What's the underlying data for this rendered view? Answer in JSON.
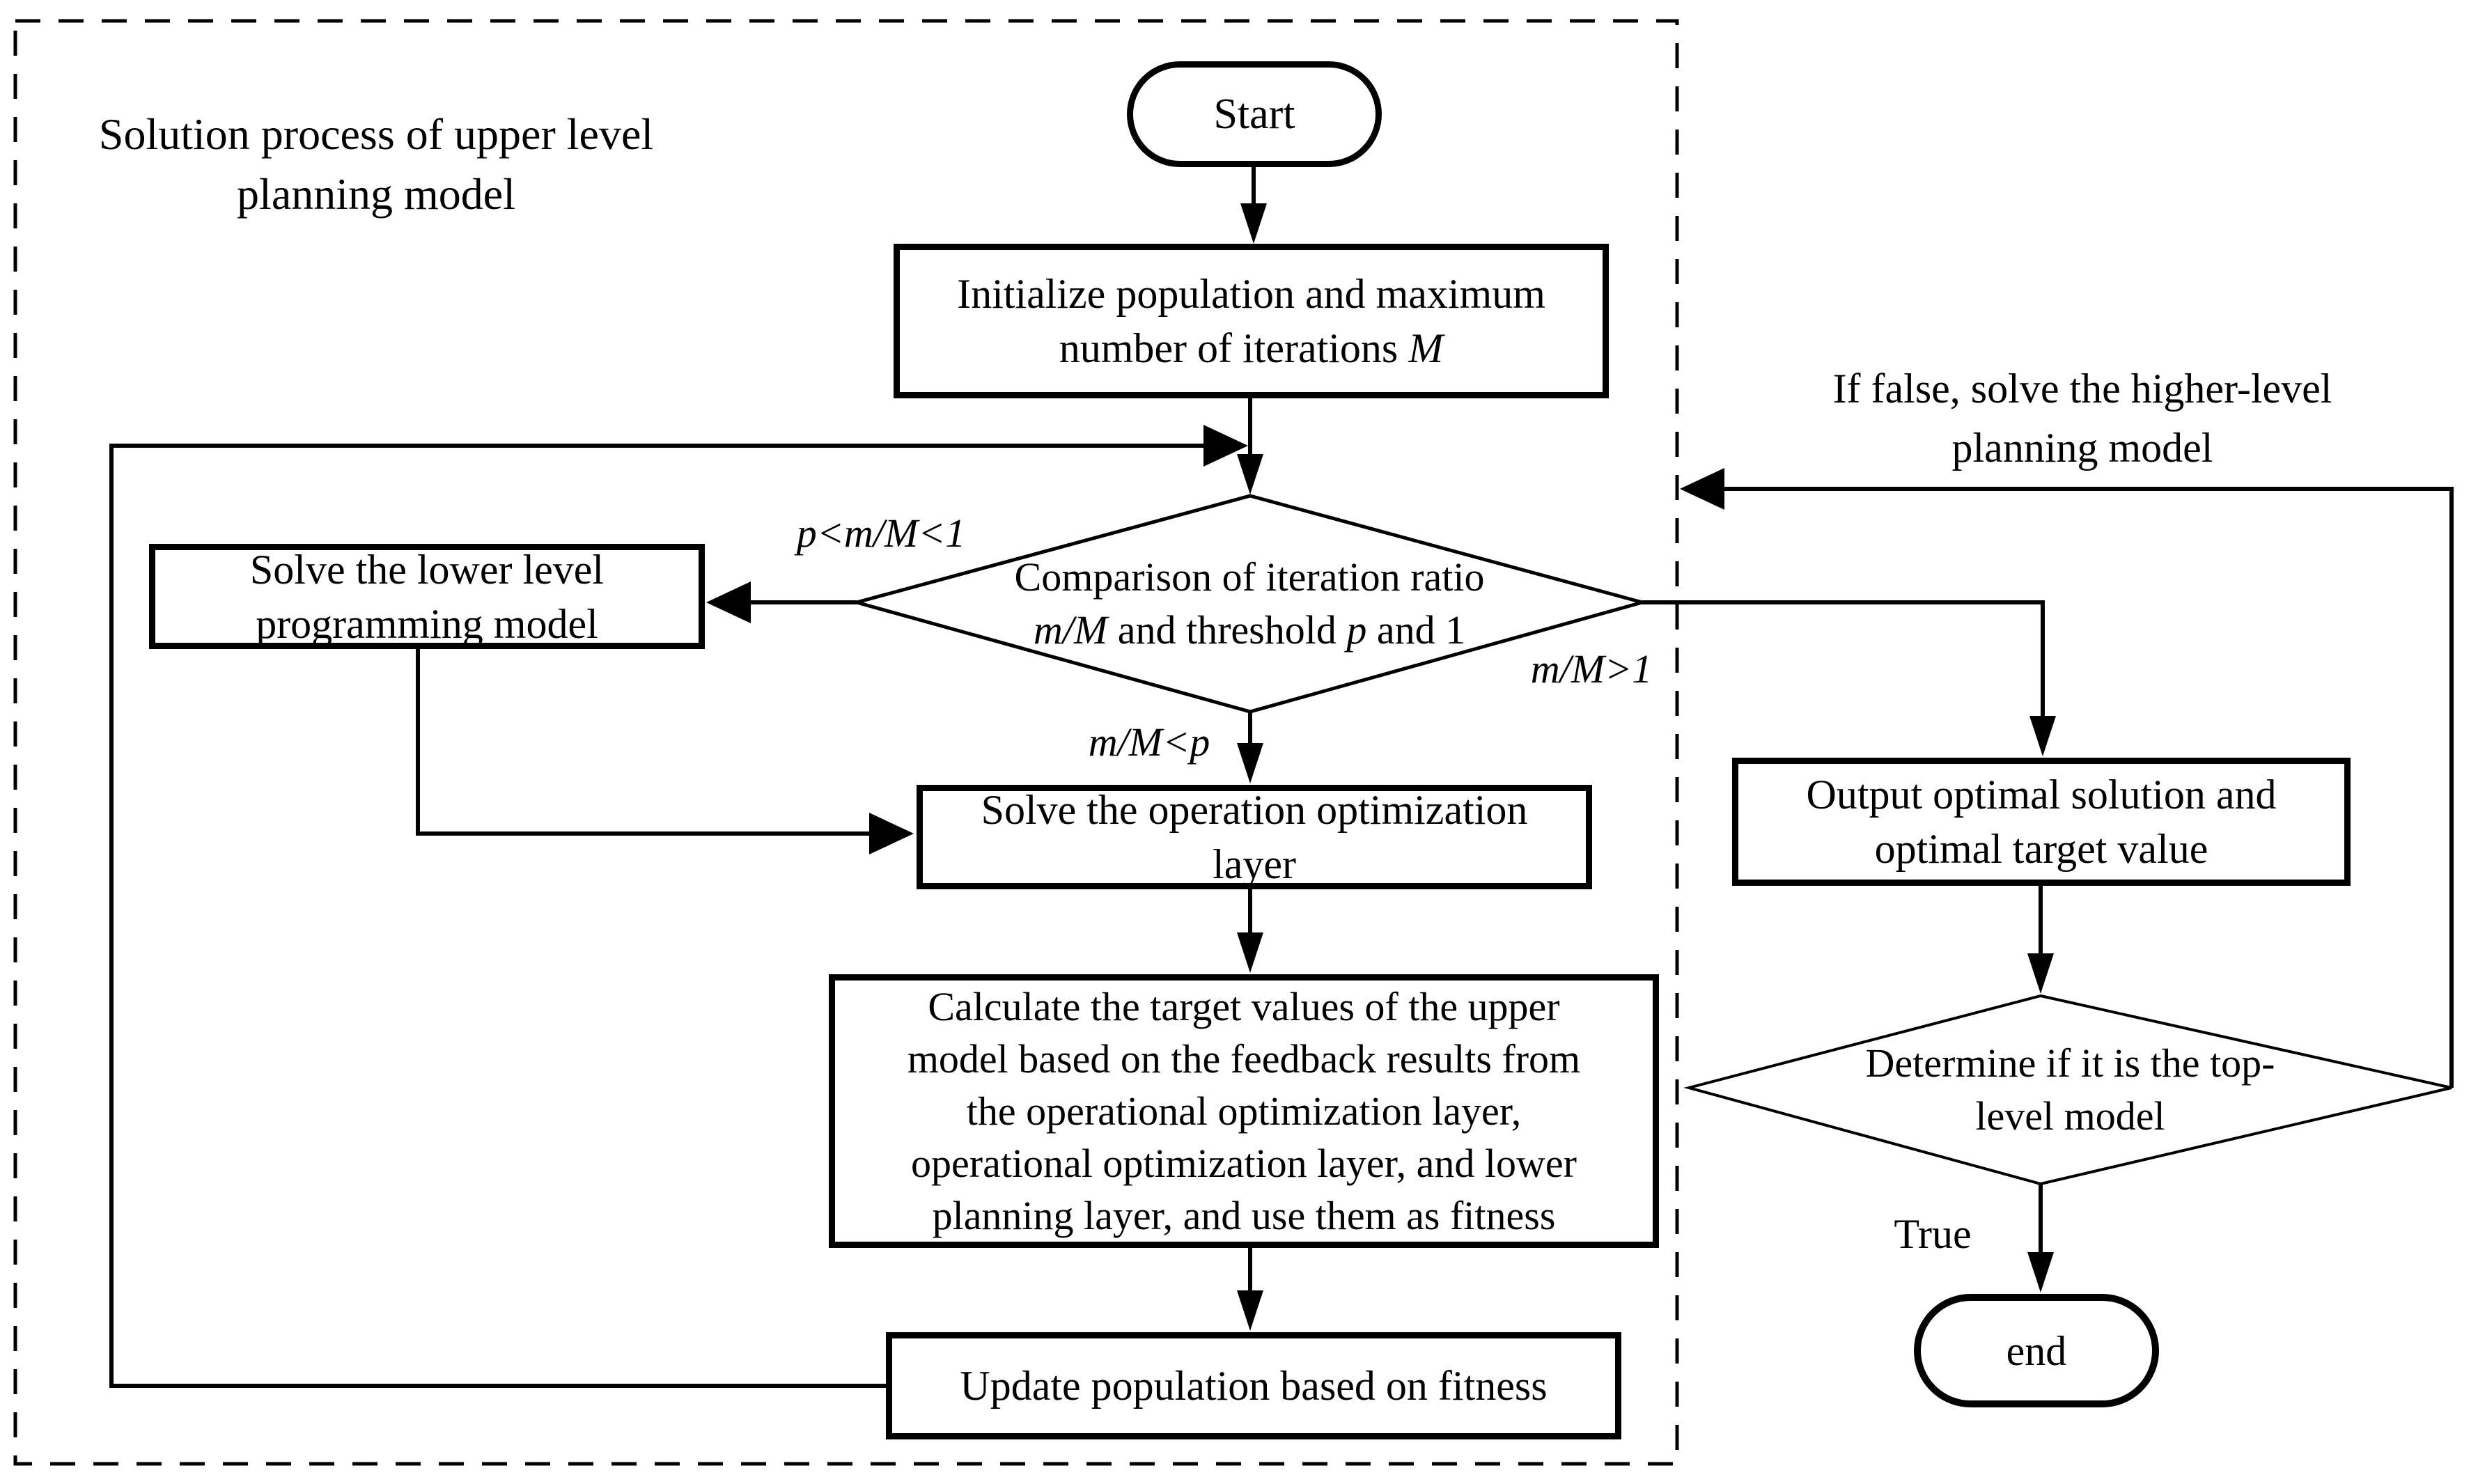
{
  "title": {
    "line1": "Solution process of upper level",
    "line2": "planning model"
  },
  "nodes": {
    "start": {
      "label": "Start"
    },
    "init": {
      "line1": "Initialize population and maximum",
      "line2_text": "number of iterations ",
      "line2_math": "M"
    },
    "compare": {
      "line1": "Comparison of iteration ratio",
      "math1": "m/M",
      "mid": " and threshold ",
      "math2": "p",
      "suffix": " and 1"
    },
    "solve_lower": {
      "line1": "Solve the lower level",
      "line2": "programming model"
    },
    "solve_operation": {
      "line1": "Solve the operation optimization",
      "line2": "layer"
    },
    "calculate": {
      "line1": "Calculate the target values of the upper",
      "line2": "model based on the feedback results from",
      "line3": "the operational optimization layer,",
      "line4": "operational optimization layer, and lower",
      "line5": "planning layer, and use them as fitness"
    },
    "update": {
      "label": "Update population based on fitness"
    },
    "output": {
      "line1": "Output optimal solution and",
      "line2": "optimal target value"
    },
    "determine": {
      "line1": "Determine if it is the top-",
      "line2": "level model"
    },
    "end": {
      "label": "end"
    }
  },
  "edge_labels": {
    "upper_branch": "p<m/M<1",
    "lower_branch": "m/M<p",
    "exceed_branch": "m/M>1",
    "true_label": "True",
    "false_note_line1": "If false, solve the higher-level",
    "false_note_line2": "planning model"
  },
  "colors": {
    "line": "#000000",
    "background": "#ffffff"
  }
}
